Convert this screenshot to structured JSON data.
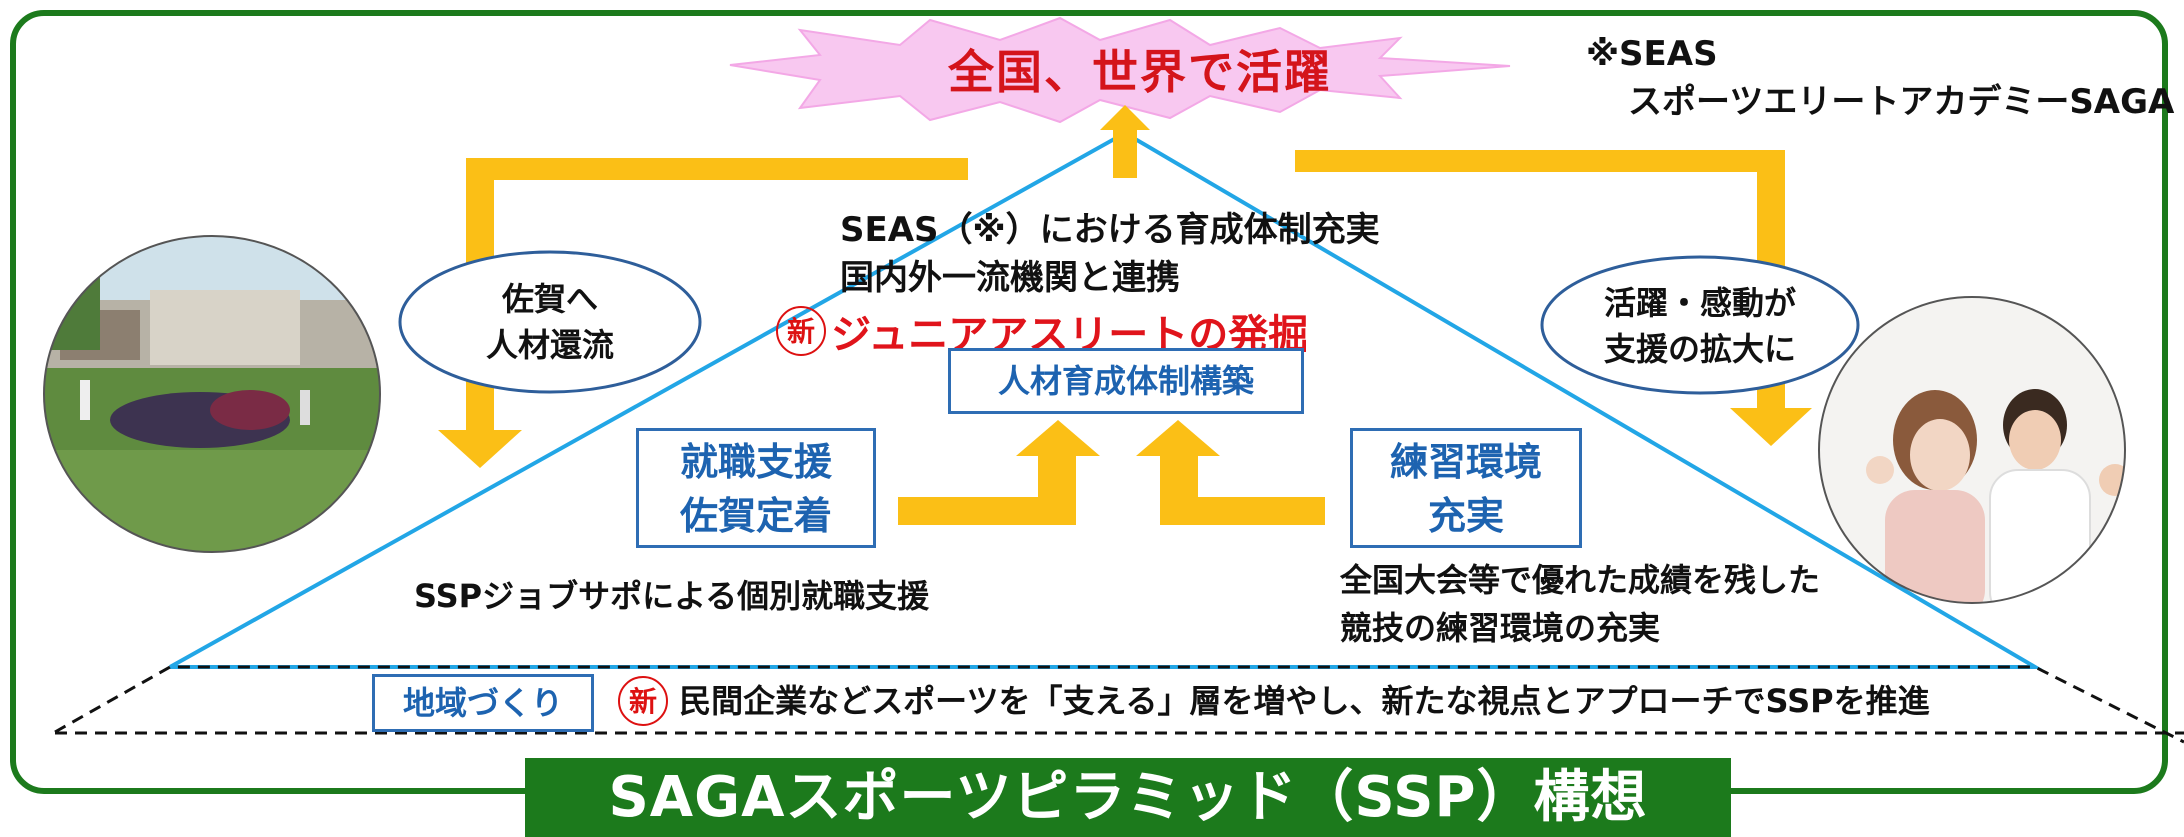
{
  "top_goal": "全国、世界で活躍",
  "note": {
    "line1": "※SEAS",
    "line2": "スポーツエリートアカデミーSAGA"
  },
  "left_ellipse": {
    "line1": "佐賀へ",
    "line2": "人材還流"
  },
  "right_ellipse": {
    "line1": "活躍・感動が",
    "line2": "支援の拡大に"
  },
  "center": {
    "line1": "SEAS（※）における育成体制充実",
    "line2": "国内外一流機関と連携",
    "new_badge": "新",
    "line3": "ジュニアアスリートの発掘",
    "core_box": "人材育成体制構築"
  },
  "left_box": {
    "line1": "就職支援",
    "line2": "佐賀定着",
    "caption": "SSPジョブサポによる個別就職支援"
  },
  "right_box": {
    "line1": "練習環境",
    "line2": "充実",
    "caption1": "全国大会等で優れた成績を残した",
    "caption2": "競技の練習環境の充実"
  },
  "base": {
    "box": "地域づくり",
    "new_badge": "新",
    "text": "民間企業などスポーツを「支える」層を増やし、新たな視点とアプローチでSSPを推進"
  },
  "title": "SAGAスポーツピラミッド（SSP）構想",
  "photos": {
    "left": "rugby-match-photo",
    "right": "cheering-couple-photo"
  },
  "colors": {
    "frame_green": "#1c7a1c",
    "arrow_yellow": "#fbbf16",
    "pyramid_blue": "#22a6e6",
    "box_blue": "#2e6db4",
    "highlight_red": "#e0141b",
    "starburst_pink": "#f8c8f0"
  }
}
